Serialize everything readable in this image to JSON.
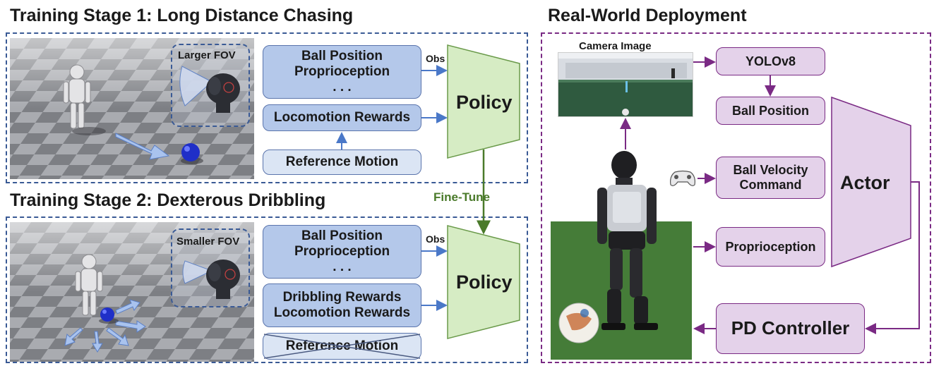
{
  "stage1": {
    "title": "Training Stage 1: Long Distance Chasing",
    "fov_label": "Larger FOV",
    "obs_box": {
      "line1": "Ball Position",
      "line2": "Proprioception",
      "line3": ". . ."
    },
    "rewards_box": "Locomotion Rewards",
    "reference_box": "Reference Motion",
    "obs_label": "Obs",
    "policy_label": "Policy"
  },
  "fine_tune_label": "Fine-Tune",
  "stage2": {
    "title": "Training Stage 2: Dexterous Dribbling",
    "fov_label": "Smaller FOV",
    "obs_box": {
      "line1": "Ball Position",
      "line2": "Proprioception",
      "line3": ". . ."
    },
    "rewards_box": {
      "line1": "Dribbling Rewards",
      "line2": "Locomotion Rewards"
    },
    "reference_box": "Reference Motion",
    "obs_label": "Obs",
    "policy_label": "Policy"
  },
  "deployment": {
    "title": "Real-World Deployment",
    "camera_label": "Camera Image",
    "yolo": "YOLOv8",
    "ball_position": "Ball Position",
    "ball_velocity": {
      "line1": "Ball Velocity",
      "line2": "Command"
    },
    "proprioception": "Proprioception",
    "actor": "Actor",
    "pd_controller": "PD Controller"
  },
  "colors": {
    "blue_dash": "#3a5a95",
    "purple_dash": "#7a2a84",
    "policy_green": "#d6ecc4",
    "finetune_green": "#4a7a2a",
    "arrow_blue": "#4a78c8",
    "arrow_purple": "#7a2a84"
  }
}
